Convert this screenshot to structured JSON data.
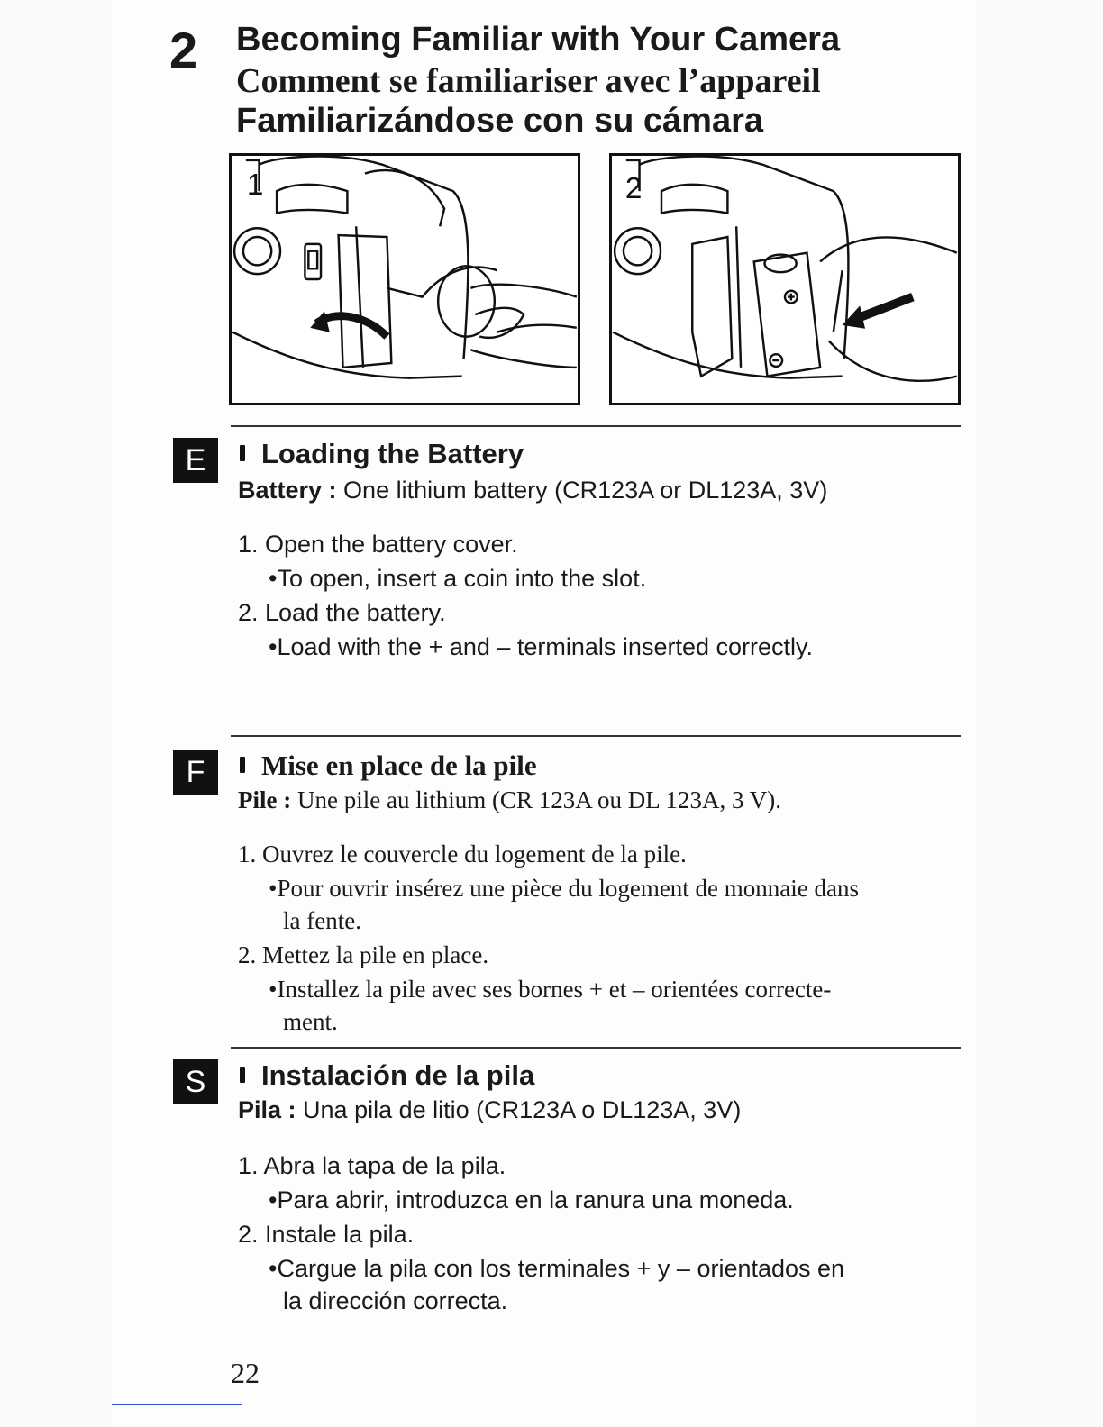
{
  "header": {
    "chapter_number": "2",
    "title_en": "Becoming Familiar with Your Camera",
    "title_fr": "Comment se familiariser avec l’appareil",
    "title_es": "Familiarizándose con su cámara"
  },
  "figures": [
    {
      "step": "1"
    },
    {
      "step": "2"
    }
  ],
  "sections": {
    "english": {
      "badge": "E",
      "title": "Loading the Battery",
      "spec_label": "Battery :",
      "spec_value": "One lithium battery (CR123A or DL123A, 3V)",
      "lines": [
        "1. Open the battery cover.",
        "•To open, insert a coin into the slot.",
        "2. Load the battery.",
        "•Load with the + and – terminals inserted correctly."
      ]
    },
    "french": {
      "badge": "F",
      "title": "Mise en place de la pile",
      "spec_label": "Pile :",
      "spec_value": "Une pile au lithium (CR 123A ou DL 123A, 3 V).",
      "lines": [
        "1. Ouvrez le couvercle du logement de la pile.",
        "•Pour ouvrir insérez une pièce du logement de monnaie dans",
        "la fente.",
        "2. Mettez la pile en place.",
        "•Installez la pile avec ses bornes + et – orientées correcte-",
        "ment."
      ]
    },
    "spanish": {
      "badge": "S",
      "title": "Instalación de la pila",
      "spec_label": "Pila :",
      "spec_value": "Una pila de litio (CR123A o DL123A, 3V)",
      "lines": [
        "1. Abra la tapa de la pila.",
        "•Para abrir, introduzca en la ranura una moneda.",
        "2. Instale la pila.",
        "•Cargue la pila con los terminales + y – orientados en",
        "la dirección correcta."
      ]
    }
  },
  "footer": {
    "page_number": "22"
  }
}
